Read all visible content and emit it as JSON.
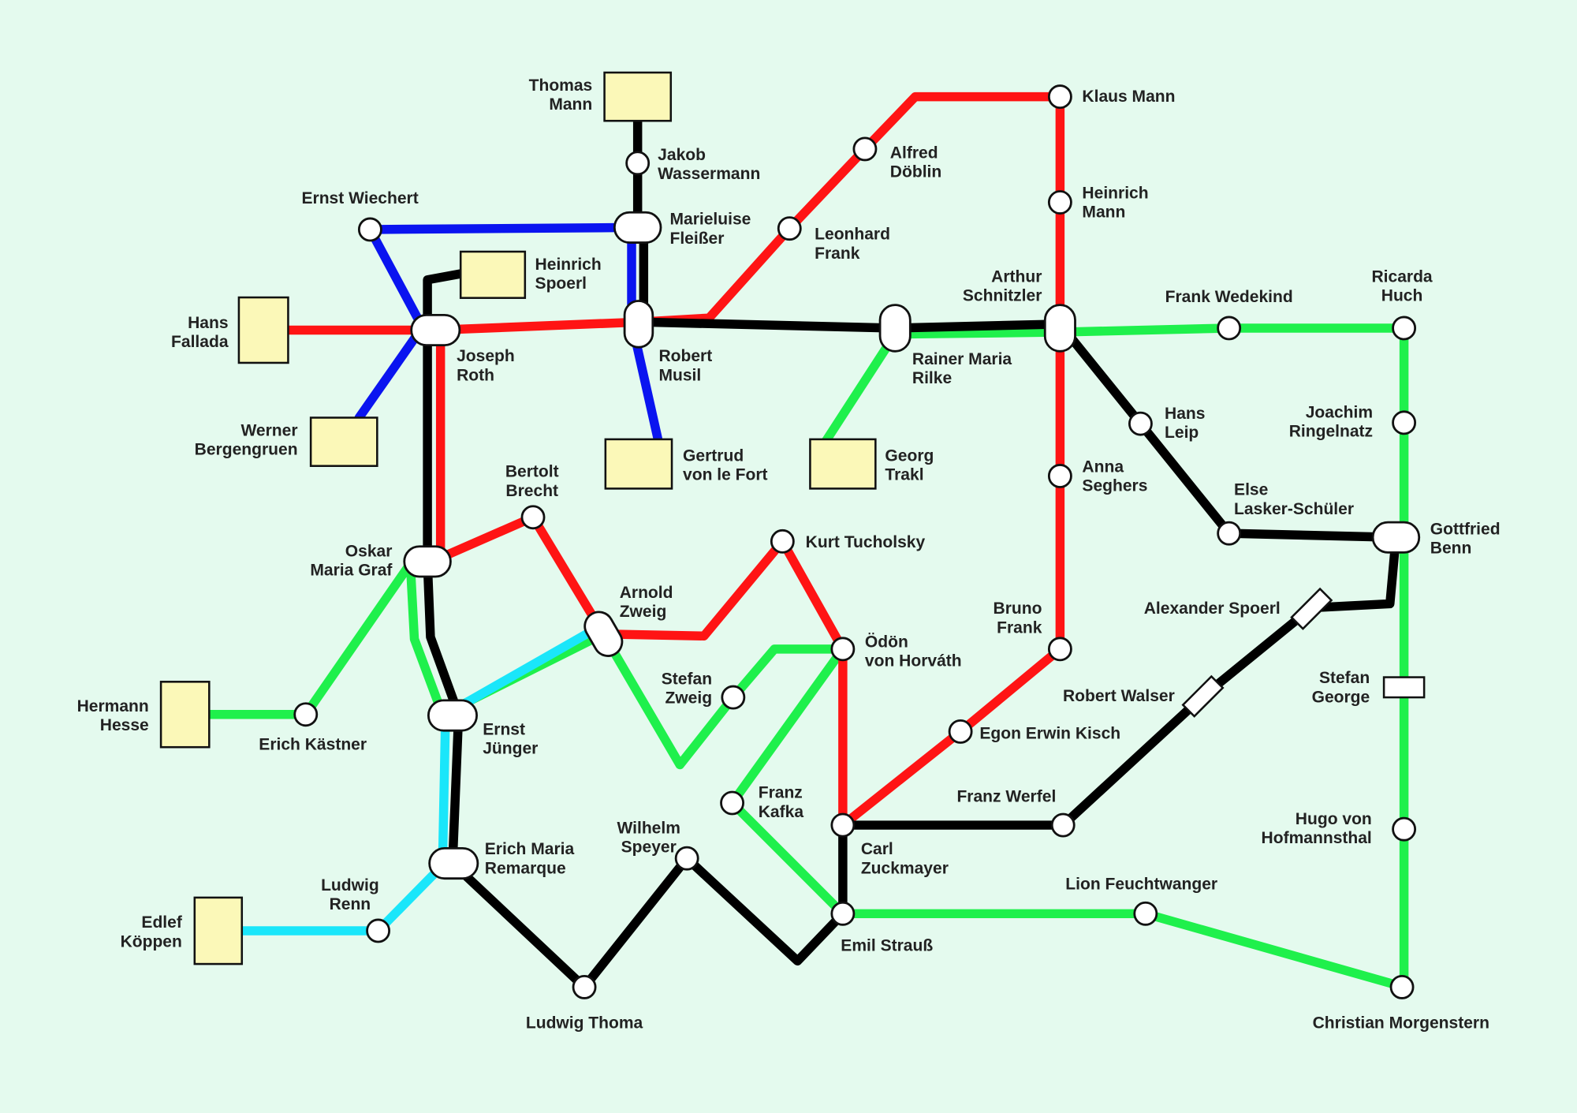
{
  "colors": {
    "background": "#e4faee",
    "red": "#ff1414",
    "black": "#000000",
    "blue": "#0a14f0",
    "green": "#1ff04c",
    "cyan": "#1ae6fa",
    "terminus": "#fbf8b8"
  },
  "lines": [
    {
      "id": "red",
      "color": "#ff1414"
    },
    {
      "id": "black",
      "color": "#000000"
    },
    {
      "id": "blue",
      "color": "#0a14f0"
    },
    {
      "id": "green",
      "color": "#1ff04c"
    },
    {
      "id": "cyan",
      "color": "#1ae6fa"
    }
  ],
  "stations": {
    "thomas_mann": [
      "Thomas",
      "Mann"
    ],
    "jakob_wassermann": [
      "Jakob",
      "Wassermann"
    ],
    "marieluise_fleisser": [
      "Marieluise",
      "Fleißer"
    ],
    "ernst_wiechert": [
      "Ernst Wiechert"
    ],
    "heinrich_spoerl": [
      "Heinrich",
      "Spoerl"
    ],
    "hans_fallada": [
      "Hans",
      "Fallada"
    ],
    "joseph_roth": [
      "Joseph",
      "Roth"
    ],
    "robert_musil": [
      "Robert",
      "Musil"
    ],
    "leonhard_frank": [
      "Leonhard",
      "Frank"
    ],
    "alfred_doeblin": [
      "Alfred",
      "Döblin"
    ],
    "klaus_mann": [
      "Klaus Mann"
    ],
    "heinrich_mann": [
      "Heinrich",
      "Mann"
    ],
    "arthur_schnitzler": [
      "Arthur",
      "Schnitzler"
    ],
    "rainer_maria_rilke": [
      "Rainer Maria",
      "Rilke"
    ],
    "frank_wedekind": [
      "Frank Wedekind"
    ],
    "ricarda_huch": [
      "Ricarda",
      "Huch"
    ],
    "hans_leip": [
      "Hans",
      "Leip"
    ],
    "joachim_ringelnatz": [
      "Joachim",
      "Ringelnatz"
    ],
    "anna_seghers": [
      "Anna",
      "Seghers"
    ],
    "else_lasker_schueler": [
      "Else",
      "Lasker-Schüler"
    ],
    "gottfried_benn": [
      "Gottfried",
      "Benn"
    ],
    "werner_bergengruen": [
      "Werner",
      "Bergengruen"
    ],
    "gertrud_von_le_fort": [
      "Gertrud",
      "von le Fort"
    ],
    "georg_trakl": [
      "Georg",
      "Trakl"
    ],
    "bertolt_brecht": [
      "Bertolt",
      "Brecht"
    ],
    "oskar_maria_graf": [
      "Oskar",
      "Maria Graf"
    ],
    "kurt_tucholsky": [
      "Kurt Tucholsky"
    ],
    "arnold_zweig": [
      "Arnold",
      "Zweig"
    ],
    "alexander_spoerl": [
      "Alexander Spoerl"
    ],
    "bruno_frank": [
      "Bruno",
      "Frank"
    ],
    "oedoen_von_horvath": [
      "Ödön",
      "von Horváth"
    ],
    "stefan_zweig": [
      "Stefan",
      "Zweig"
    ],
    "stefan_george": [
      "Stefan",
      "George"
    ],
    "hermann_hesse": [
      "Hermann",
      "Hesse"
    ],
    "erich_kaestner": [
      "Erich Kästner"
    ],
    "ernst_juenger": [
      "Ernst",
      "Jünger"
    ],
    "robert_walser": [
      "Robert Walser"
    ],
    "egon_erwin_kisch": [
      "Egon Erwin Kisch"
    ],
    "franz_kafka": [
      "Franz",
      "Kafka"
    ],
    "franz_werfel": [
      "Franz Werfel"
    ],
    "carl_zuckmayer": [
      "Carl",
      "Zuckmayer"
    ],
    "wilhelm_speyer": [
      "Wilhelm",
      "Speyer"
    ],
    "erich_maria_remarque": [
      "Erich Maria",
      "Remarque"
    ],
    "ludwig_renn": [
      "Ludwig",
      "Renn"
    ],
    "edlef_koeppen": [
      "Edlef",
      "Köppen"
    ],
    "lion_feuchtwanger": [
      "Lion Feuchtwanger"
    ],
    "emil_strauss": [
      "Emil Strauß"
    ],
    "ludwig_thoma": [
      "Ludwig Thoma"
    ],
    "christian_morgenstern": [
      "Christian Morgenstern"
    ],
    "hugo_von_hofmannsthal": [
      "Hugo von",
      "Hofmannsthal"
    ]
  }
}
